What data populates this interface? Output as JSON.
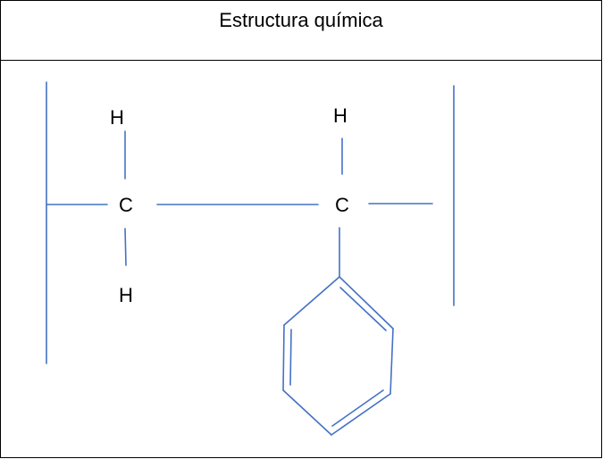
{
  "table": {
    "header": "Estructura química"
  },
  "structure": {
    "bond_color": "#4472C4",
    "atoms": {
      "h_top_left": "H",
      "c_left": "C",
      "h_bottom_left": "H",
      "h_top_right": "H",
      "c_right": "C"
    },
    "ring": "benzene-ring"
  }
}
